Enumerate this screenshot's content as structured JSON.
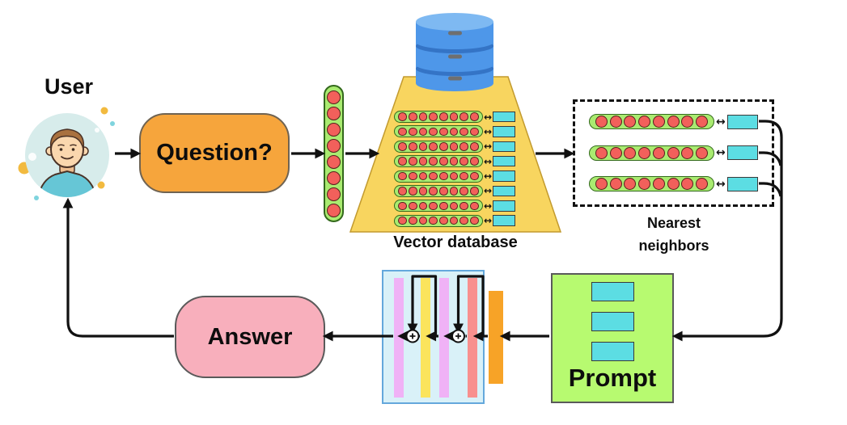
{
  "labels": {
    "user": "User",
    "question": "Question?",
    "vector_database": "Vector database",
    "nearest_neighbors_line1": "Nearest",
    "nearest_neighbors_line2": "neighbors",
    "prompt": "Prompt",
    "answer": "Answer"
  },
  "icons": {
    "bidirectional_arrow": "↔",
    "residual_add": "+"
  },
  "structure": {
    "query_vector_dims": 8,
    "db_rows": 8,
    "db_dims": 8,
    "nn_rows": 3,
    "nn_dims": 8,
    "prompt_chunks": 3,
    "db_cylinders": 3,
    "llm_bars": [
      "violet",
      "yellow",
      "violet",
      "salmon"
    ],
    "residual_adders": 2
  },
  "colors": {
    "background": "#ffffff",
    "line": "#111111",
    "question_fill": "#F6A53C",
    "question_border": "#6f6352",
    "answer_fill": "#F8AFBC",
    "answer_border": "#5a5a5a",
    "prompt_fill": "#B7FA70",
    "prompt_border": "#5a5a5a",
    "pill_fill": "#A9EB70",
    "pill_border": "#33691c",
    "dot_fill": "#F2605B",
    "dot_border": "#56201c",
    "chunk_fill": "#5CDDE3",
    "chunk_border": "#3a3a3a",
    "trapezoid_fill": "#F8D55F",
    "trapezoid_border": "#c29a2e",
    "db_blue": "#4E97E9",
    "db_blue_dark": "#3474C6",
    "db_blue_light": "#7EB9F2",
    "db_dash": "#6F6F6F",
    "llm_box_fill": "#D9F1F8",
    "llm_box_border": "#64A8DC",
    "bar_violet": "#F0B2F6",
    "bar_yellow": "#FBE45C",
    "bar_salmon": "#F8908E",
    "bar_orange": "#F7A327",
    "nn_border": "#111111",
    "avatar_bg": "#D7ECEB",
    "avatar_skin": "#FAD7AE",
    "avatar_hair": "#A9713F",
    "avatar_shirt": "#66C6D6",
    "avatar_outline": "#4a3226",
    "deco_yellow": "#F2BA3F",
    "deco_teal": "#7FD4DE"
  }
}
